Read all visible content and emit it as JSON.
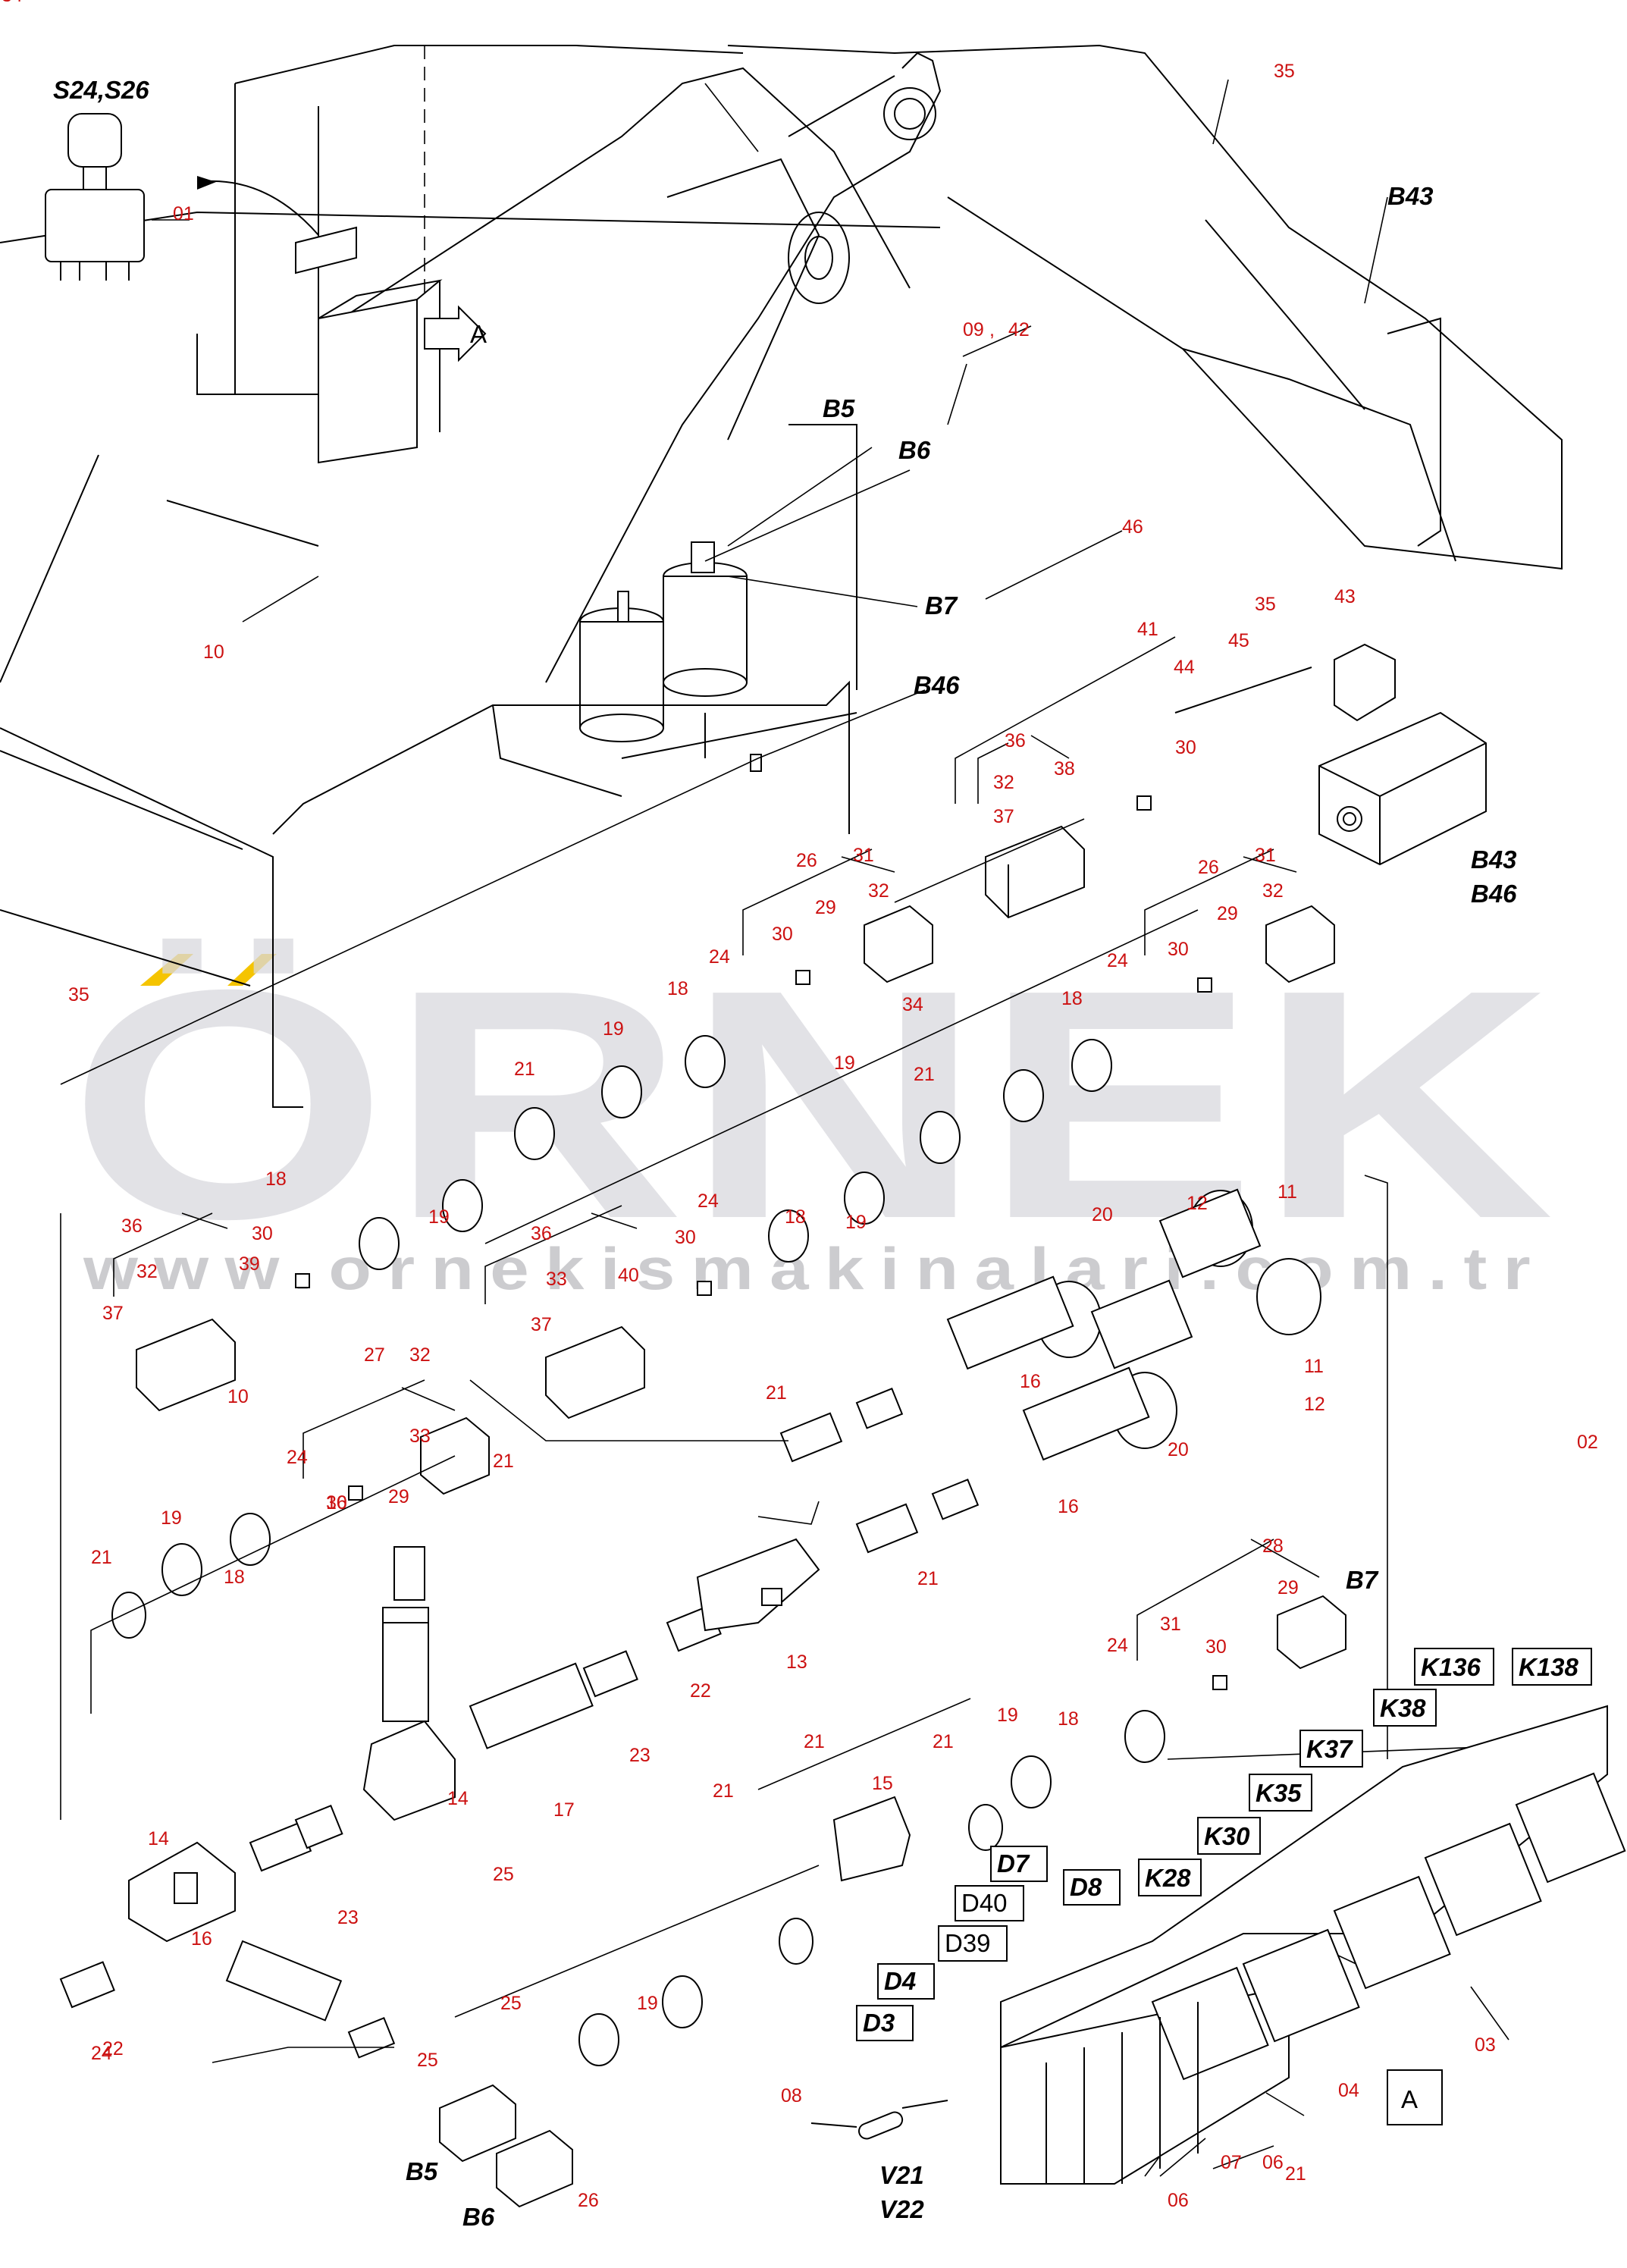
{
  "watermark": {
    "brand": "ÖRNEK",
    "url": "www.ornekismakinalari.com.tr",
    "accent_color": "#f5c400",
    "text_color": "#c8c8cc"
  },
  "colors": {
    "part_number": "#cc1111",
    "line": "#000000"
  },
  "detail_marker": "A",
  "callouts": [
    {
      "id": "c-s24s26",
      "text": "S24,S26",
      "style": "lbl"
    },
    {
      "id": "c-b43-top",
      "text": "B43",
      "style": "lbl"
    },
    {
      "id": "c-b5-top",
      "text": "B5",
      "style": "lbl"
    },
    {
      "id": "c-b6-top",
      "text": "B6",
      "style": "lbl"
    },
    {
      "id": "c-b7-top",
      "text": "B7",
      "style": "lbl"
    },
    {
      "id": "c-b46-top",
      "text": "B46",
      "style": "lbl"
    },
    {
      "id": "c-b43-r",
      "text": "B43",
      "style": "lbl"
    },
    {
      "id": "c-b46-r",
      "text": "B46",
      "style": "lbl"
    },
    {
      "id": "c-b7-mid",
      "text": "B7",
      "style": "lbl"
    },
    {
      "id": "c-b5-bot",
      "text": "B5",
      "style": "lbl"
    },
    {
      "id": "c-b6-bot",
      "text": "B6",
      "style": "lbl"
    },
    {
      "id": "c-v21",
      "text": "V21",
      "style": "lbl"
    },
    {
      "id": "c-v22",
      "text": "V22",
      "style": "lbl"
    },
    {
      "id": "c-a-arrow",
      "text": "A",
      "style": "box"
    }
  ],
  "boxed_labels": [
    {
      "id": "bx-k136",
      "text": "K136",
      "italic": true
    },
    {
      "id": "bx-k138",
      "text": "K138",
      "italic": true
    },
    {
      "id": "bx-k38",
      "text": "K38",
      "italic": true
    },
    {
      "id": "bx-k37",
      "text": "K37",
      "italic": true
    },
    {
      "id": "bx-k35",
      "text": "K35",
      "italic": true
    },
    {
      "id": "bx-k30",
      "text": "K30",
      "italic": true
    },
    {
      "id": "bx-k28",
      "text": "K28",
      "italic": true
    },
    {
      "id": "bx-d7",
      "text": "D7",
      "italic": true
    },
    {
      "id": "bx-d8",
      "text": "D8",
      "italic": true
    },
    {
      "id": "bx-d40",
      "text": "D40",
      "italic": false
    },
    {
      "id": "bx-d39",
      "text": "D39",
      "italic": false
    },
    {
      "id": "bx-d4",
      "text": "D4",
      "italic": true
    },
    {
      "id": "bx-d3",
      "text": "D3",
      "italic": true
    }
  ],
  "part_numbers": [
    "01",
    "02",
    "03",
    "04",
    "06",
    "06",
    "07",
    "08",
    "09",
    ",",
    "42",
    "10",
    "10",
    "11",
    "11",
    "12",
    "12",
    "13",
    "14",
    "14",
    "15",
    "16",
    "16",
    "16",
    "16",
    "17",
    "18",
    "18",
    "18",
    "18",
    "18",
    "18",
    "19",
    "19",
    "19",
    "19",
    "19",
    "19",
    "19",
    "20",
    "20",
    "21",
    "21",
    "21",
    "21",
    "21",
    "21",
    "21",
    "21",
    "21",
    "21",
    "22",
    "22",
    "23",
    "23",
    "24",
    "24",
    "24",
    "24",
    "24",
    "24",
    "25",
    "25",
    "25",
    "26",
    "26",
    "26",
    "27",
    "28",
    "29",
    "29",
    "29",
    "29",
    "30",
    "30",
    "30",
    "30",
    "30",
    "30",
    "30",
    "31",
    "31",
    "31",
    "32",
    "32",
    "32",
    "32",
    "32",
    "33",
    "33",
    "34",
    "34",
    "35",
    "35",
    "35",
    "36",
    "36",
    "36",
    "37",
    "37",
    "37",
    "38",
    "39",
    "40",
    "41",
    "43",
    "44",
    "45",
    "46"
  ]
}
